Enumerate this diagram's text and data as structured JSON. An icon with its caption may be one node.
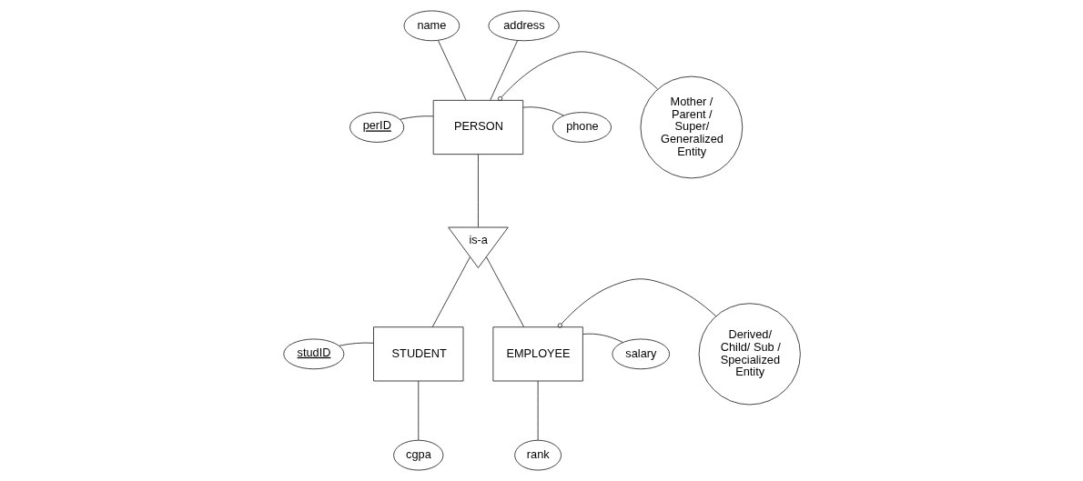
{
  "diagram": {
    "nodes": [
      {
        "text": [
          "name"
        ]
      },
      {
        "text": [
          "address"
        ]
      },
      {
        "text": [
          "perID"
        ]
      },
      {
        "text": [
          "PERSON"
        ]
      },
      {
        "text": [
          "phone"
        ]
      },
      {
        "text": [
          "Mother / Parent / Super/ Generalized Entity"
        ]
      },
      {
        "text": [
          "is-a"
        ]
      },
      {
        "text": [
          "studID"
        ]
      },
      {
        "text": [
          "STUDENT"
        ]
      },
      {
        "text": [
          "EMPLOYEE"
        ]
      },
      {
        "text": [
          "salary"
        ]
      },
      {
        "text": [
          "Derived/ Child/ Sub / Specialized Entity"
        ]
      },
      {
        "text": [
          "cgpa"
        ]
      },
      {
        "text": [
          "rank"
        ]
      }
    ],
    "edges": [
      {
        "from": 0,
        "to": 3,
        "arrow": "none"
      },
      {
        "from": 1,
        "to": 3,
        "arrow": "none"
      },
      {
        "from": 2,
        "to": 3,
        "arrow": "none"
      },
      {
        "from": 3,
        "to": 4,
        "arrow": "none"
      },
      {
        "from": 5,
        "to": 3,
        "arrow": "other"
      },
      {
        "from": 3,
        "to": 6,
        "arrow": "none"
      },
      {
        "from": 6,
        "to": 8,
        "arrow": "none"
      },
      {
        "from": 6,
        "to": 9,
        "arrow": "none"
      },
      {
        "from": 7,
        "to": 8,
        "arrow": "none"
      },
      {
        "from": 12,
        "to": 8,
        "arrow": "none"
      },
      {
        "from": 9,
        "to": 10,
        "arrow": "none"
      },
      {
        "from": 9,
        "to": 13,
        "arrow": "none"
      },
      {
        "from": 11,
        "to": 9,
        "arrow": "other"
      }
    ]
  }
}
